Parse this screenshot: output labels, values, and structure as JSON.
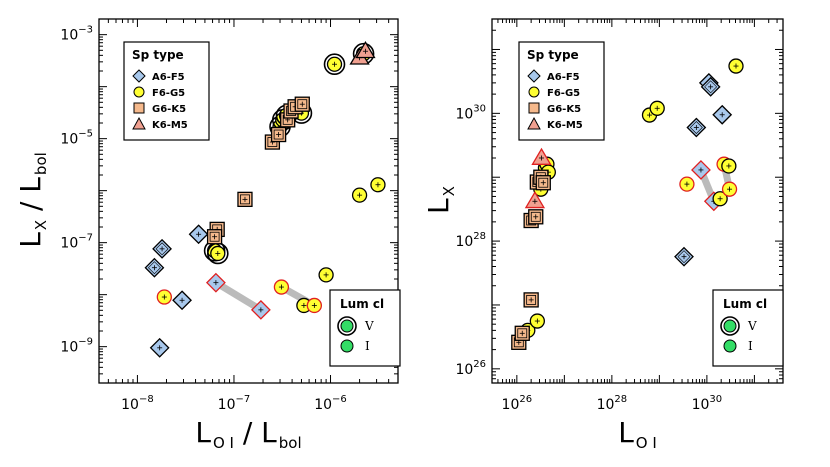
{
  "colors": {
    "A6-F5": "#a8c8ec",
    "F6-G5": "#ffff33",
    "G6-K5": "#f5b98c",
    "K6-M5": "#f0a090",
    "variable_outline": "#e02020",
    "lum_marker": "#33dd66",
    "connector": "#bbbbbb"
  },
  "legend_sp": {
    "title": "Sp type",
    "items": [
      {
        "key": "A6-F5",
        "label": "A6-F5",
        "marker": "diamond"
      },
      {
        "key": "F6-G5",
        "label": "F6-G5",
        "marker": "circle"
      },
      {
        "key": "G6-K5",
        "label": "G6-K5",
        "marker": "square"
      },
      {
        "key": "K6-M5",
        "label": "K6-M5",
        "marker": "triangle"
      }
    ]
  },
  "legend_lum": {
    "title": "Lum cl",
    "items": [
      {
        "label": "V",
        "marker": "double-circle"
      },
      {
        "label": "I",
        "marker": "circle"
      }
    ]
  },
  "chart_data": [
    {
      "type": "scatter",
      "xscale": "log",
      "yscale": "log",
      "xlim": [
        4e-09,
        5e-06
      ],
      "ylim": [
        2e-10,
        0.002
      ],
      "xlabel": {
        "main": "L",
        "sub": "O I",
        "sep": " / ",
        "main2": "L",
        "sub2": "bol"
      },
      "ylabel": {
        "main": "L",
        "sub": "X",
        "sep": " / ",
        "main2": "L",
        "sub2": "bol"
      },
      "xticks": [
        {
          "v": 1e-08,
          "base": "10",
          "exp": "−8"
        },
        {
          "v": 1e-07,
          "base": "10",
          "exp": "−7"
        },
        {
          "v": 1e-06,
          "base": "10",
          "exp": "−6"
        }
      ],
      "yticks": [
        {
          "v": 1e-09,
          "base": "10",
          "exp": "−9"
        },
        {
          "v": 1e-07,
          "base": "10",
          "exp": "−7"
        },
        {
          "v": 1e-05,
          "base": "10",
          "exp": "−5"
        },
        {
          "v": 0.001,
          "base": "10",
          "exp": "−3"
        }
      ],
      "segments": [
        {
          "x": [
            6.5e-08,
            1.9e-07
          ],
          "y": [
            1.7e-08,
            5.1e-09
          ]
        },
        {
          "x": [
            3.1e-07,
            6.8e-07
          ],
          "y": [
            1.4e-08,
            6.2e-09
          ]
        }
      ],
      "points": [
        {
          "x": 1.5e-08,
          "y": 3.3e-08,
          "sp": "A6-F5",
          "lum": "V",
          "var": false
        },
        {
          "x": 1.8e-08,
          "y": 7.6e-08,
          "sp": "A6-F5",
          "lum": "V",
          "var": false
        },
        {
          "x": 1.7e-08,
          "y": 9.5e-10,
          "sp": "A6-F5",
          "lum": "I",
          "var": false
        },
        {
          "x": 2.9e-08,
          "y": 7.8e-09,
          "sp": "A6-F5",
          "lum": "I",
          "var": false
        },
        {
          "x": 4.3e-08,
          "y": 1.45e-07,
          "sp": "A6-F5",
          "lum": "I",
          "var": false
        },
        {
          "x": 6.5e-08,
          "y": 1.7e-08,
          "sp": "A6-F5",
          "lum": "V",
          "var": true
        },
        {
          "x": 1.9e-07,
          "y": 5.1e-09,
          "sp": "A6-F5",
          "lum": "V",
          "var": true
        },
        {
          "x": 1.9e-08,
          "y": 9e-09,
          "sp": "F6-G5",
          "lum": "V",
          "var": true
        },
        {
          "x": 6.3e-08,
          "y": 7e-08,
          "sp": "F6-G5",
          "lum": "I",
          "var": false
        },
        {
          "x": 6.8e-08,
          "y": 6.2e-08,
          "sp": "F6-G5",
          "lum": "I",
          "var": false
        },
        {
          "x": 3.1e-07,
          "y": 1.4e-08,
          "sp": "F6-G5",
          "lum": "V",
          "var": true
        },
        {
          "x": 5.3e-07,
          "y": 6.2e-09,
          "sp": "F6-G5",
          "lum": "V",
          "var": false
        },
        {
          "x": 6.8e-07,
          "y": 6.2e-09,
          "sp": "F6-G5",
          "lum": "V",
          "var": true
        },
        {
          "x": 9e-07,
          "y": 2.4e-08,
          "sp": "F6-G5",
          "lum": "V",
          "var": false
        },
        {
          "x": 2e-06,
          "y": 8.2e-07,
          "sp": "F6-G5",
          "lum": "V",
          "var": false
        },
        {
          "x": 3.1e-06,
          "y": 1.3e-06,
          "sp": "F6-G5",
          "lum": "V",
          "var": false
        },
        {
          "x": 3e-07,
          "y": 1.7e-05,
          "sp": "F6-G5",
          "lum": "I",
          "var": false
        },
        {
          "x": 3.2e-07,
          "y": 2.3e-05,
          "sp": "F6-G5",
          "lum": "I",
          "var": false
        },
        {
          "x": 3.5e-07,
          "y": 2.8e-05,
          "sp": "F6-G5",
          "lum": "I",
          "var": false
        },
        {
          "x": 5e-07,
          "y": 3.1e-05,
          "sp": "F6-G5",
          "lum": "I",
          "var": false
        },
        {
          "x": 1.1e-06,
          "y": 0.00027,
          "sp": "F6-G5",
          "lum": "I",
          "var": false
        },
        {
          "x": 2.2e-06,
          "y": 0.00043,
          "sp": "F6-G5",
          "lum": "I",
          "var": false
        },
        {
          "x": 6.7e-08,
          "y": 1.8e-07,
          "sp": "G6-K5",
          "lum": "V",
          "var": false
        },
        {
          "x": 6.3e-08,
          "y": 1.3e-07,
          "sp": "G6-K5",
          "lum": "V",
          "var": false
        },
        {
          "x": 1.3e-07,
          "y": 6.8e-07,
          "sp": "G6-K5",
          "lum": "V",
          "var": false
        },
        {
          "x": 2.5e-07,
          "y": 8.6e-06,
          "sp": "G6-K5",
          "lum": "V",
          "var": false
        },
        {
          "x": 2.9e-07,
          "y": 1.2e-05,
          "sp": "G6-K5",
          "lum": "V",
          "var": false
        },
        {
          "x": 3.6e-07,
          "y": 2.3e-05,
          "sp": "G6-K5",
          "lum": "V",
          "var": false
        },
        {
          "x": 3.9e-07,
          "y": 3.4e-05,
          "sp": "G6-K5",
          "lum": "V",
          "var": false
        },
        {
          "x": 4.3e-07,
          "y": 4.1e-05,
          "sp": "G6-K5",
          "lum": "V",
          "var": false
        },
        {
          "x": 5.1e-07,
          "y": 4.6e-05,
          "sp": "G6-K5",
          "lum": "V",
          "var": false
        },
        {
          "x": 2e-06,
          "y": 0.00036,
          "sp": "K6-M5",
          "lum": "V",
          "var": false
        },
        {
          "x": 2.3e-06,
          "y": 0.00048,
          "sp": "K6-M5",
          "lum": "V",
          "var": false
        }
      ]
    },
    {
      "type": "scatter",
      "xscale": "log",
      "yscale": "log",
      "xlim": [
        3e+25,
        4e+31
      ],
      "ylim": [
        6e+25,
        3e+31
      ],
      "xlabel": {
        "main": "L",
        "sub": "O I"
      },
      "ylabel": {
        "main": "L",
        "sub": "X"
      },
      "xticks": [
        {
          "v": 1e+26,
          "base": "10",
          "exp": "26"
        },
        {
          "v": 1e+28,
          "base": "10",
          "exp": "28"
        },
        {
          "v": 1e+30,
          "base": "10",
          "exp": "30"
        }
      ],
      "yticks": [
        {
          "v": 1e+26,
          "base": "10",
          "exp": "26"
        },
        {
          "v": 1e+28,
          "base": "10",
          "exp": "28"
        },
        {
          "v": 1e+30,
          "base": "10",
          "exp": "30"
        }
      ],
      "segments": [
        {
          "x": [
            7.5e+29,
            1.4e+30
          ],
          "y": [
            1.3e+29,
            4.2e+28
          ]
        },
        {
          "x": [
            2.3e+30,
            3e+30
          ],
          "y": [
            1.6e+29,
            6.5e+28
          ]
        }
      ],
      "points": [
        {
          "x": 3.3e+29,
          "y": 5.7e+27,
          "sp": "A6-F5",
          "lum": "V",
          "var": false
        },
        {
          "x": 6e+29,
          "y": 6e+29,
          "sp": "A6-F5",
          "lum": "V",
          "var": false
        },
        {
          "x": 1.1e+30,
          "y": 3e+30,
          "sp": "A6-F5",
          "lum": "I",
          "var": false
        },
        {
          "x": 1.2e+30,
          "y": 2.6e+30,
          "sp": "A6-F5",
          "lum": "V",
          "var": false
        },
        {
          "x": 2.1e+30,
          "y": 9.5e+29,
          "sp": "A6-F5",
          "lum": "I",
          "var": false
        },
        {
          "x": 7.5e+29,
          "y": 1.3e+29,
          "sp": "A6-F5",
          "lum": "V",
          "var": true
        },
        {
          "x": 1.4e+30,
          "y": 4.2e+28,
          "sp": "A6-F5",
          "lum": "V",
          "var": true
        },
        {
          "x": 1.7e+26,
          "y": 4e+26,
          "sp": "F6-G5",
          "lum": "V",
          "var": false
        },
        {
          "x": 2.7e+26,
          "y": 5.6e+26,
          "sp": "F6-G5",
          "lum": "V",
          "var": false
        },
        {
          "x": 3.2e+26,
          "y": 6.5e+28,
          "sp": "F6-G5",
          "lum": "V",
          "var": false
        },
        {
          "x": 3.6e+26,
          "y": 9.8e+28,
          "sp": "F6-G5",
          "lum": "V",
          "var": false
        },
        {
          "x": 4e+26,
          "y": 1.4e+29,
          "sp": "F6-G5",
          "lum": "V",
          "var": false
        },
        {
          "x": 4.3e+26,
          "y": 1.6e+29,
          "sp": "F6-G5",
          "lum": "V",
          "var": false
        },
        {
          "x": 4.6e+26,
          "y": 1.2e+29,
          "sp": "F6-G5",
          "lum": "V",
          "var": false
        },
        {
          "x": 6.2e+28,
          "y": 9.4e+29,
          "sp": "F6-G5",
          "lum": "V",
          "var": false
        },
        {
          "x": 9e+28,
          "y": 1.2e+30,
          "sp": "F6-G5",
          "lum": "V",
          "var": false
        },
        {
          "x": 3.8e+29,
          "y": 7.8e+28,
          "sp": "F6-G5",
          "lum": "V",
          "var": true
        },
        {
          "x": 1.9e+30,
          "y": 4.6e+28,
          "sp": "F6-G5",
          "lum": "V",
          "var": false
        },
        {
          "x": 2.3e+30,
          "y": 1.6e+29,
          "sp": "F6-G5",
          "lum": "V",
          "var": true
        },
        {
          "x": 2.9e+30,
          "y": 1.5e+29,
          "sp": "F6-G5",
          "lum": "V",
          "var": false
        },
        {
          "x": 3e+30,
          "y": 6.5e+28,
          "sp": "F6-G5",
          "lum": "V",
          "var": true
        },
        {
          "x": 4.1e+30,
          "y": 5.5e+30,
          "sp": "F6-G5",
          "lum": "V",
          "var": false
        },
        {
          "x": 1.1e+26,
          "y": 2.6e+26,
          "sp": "G6-K5",
          "lum": "V",
          "var": false
        },
        {
          "x": 1.3e+26,
          "y": 3.6e+26,
          "sp": "G6-K5",
          "lum": "V",
          "var": false
        },
        {
          "x": 2e+26,
          "y": 1.2e+27,
          "sp": "G6-K5",
          "lum": "V",
          "var": false
        },
        {
          "x": 2e+26,
          "y": 2.1e+28,
          "sp": "G6-K5",
          "lum": "V",
          "var": false
        },
        {
          "x": 2.5e+26,
          "y": 2.4e+28,
          "sp": "G6-K5",
          "lum": "V",
          "var": false
        },
        {
          "x": 2.7e+26,
          "y": 8.4e+28,
          "sp": "G6-K5",
          "lum": "V",
          "var": false
        },
        {
          "x": 3.2e+26,
          "y": 1e+29,
          "sp": "G6-K5",
          "lum": "V",
          "var": false
        },
        {
          "x": 3.6e+26,
          "y": 8.2e+28,
          "sp": "G6-K5",
          "lum": "V",
          "var": false
        },
        {
          "x": 3.3e+26,
          "y": 2e+29,
          "sp": "K6-M5",
          "lum": "V",
          "var": true
        },
        {
          "x": 2.4e+26,
          "y": 4.2e+28,
          "sp": "K6-M5",
          "lum": "V",
          "var": true
        }
      ]
    }
  ]
}
